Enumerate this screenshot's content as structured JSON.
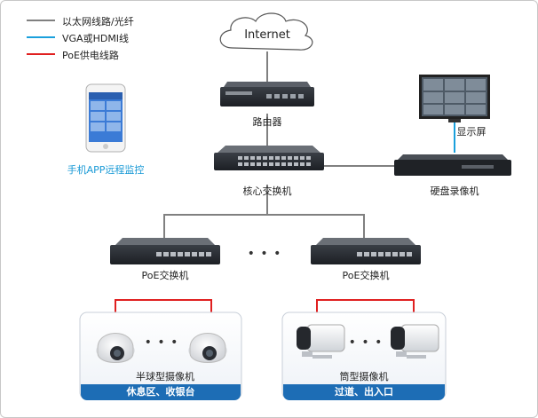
{
  "legend": {
    "items": [
      {
        "label": "以太网线路/光纤",
        "color": "#808080"
      },
      {
        "label": "VGA或HDMI线",
        "color": "#1aa0dc"
      },
      {
        "label": "PoE供电线路",
        "color": "#e02020"
      }
    ]
  },
  "nodes": {
    "internet": "Internet",
    "router": "路由器",
    "core_switch": "核心交换机",
    "nvr": "硬盘录像机",
    "monitor": "显示屏",
    "app": "手机APP远程监控",
    "poe_switch_left": "PoE交换机",
    "poe_switch_right": "PoE交换机",
    "dome_camera": "半球型摄像机",
    "bullet_camera": "筒型摄像机"
  },
  "zones": {
    "left": "休息区、收银台",
    "right": "过道、出入口"
  },
  "ellipsis": "• • •",
  "colors": {
    "ethernet": "#808080",
    "video": "#1aa0dc",
    "poe": "#e02020",
    "zone": "#1d6db5"
  }
}
